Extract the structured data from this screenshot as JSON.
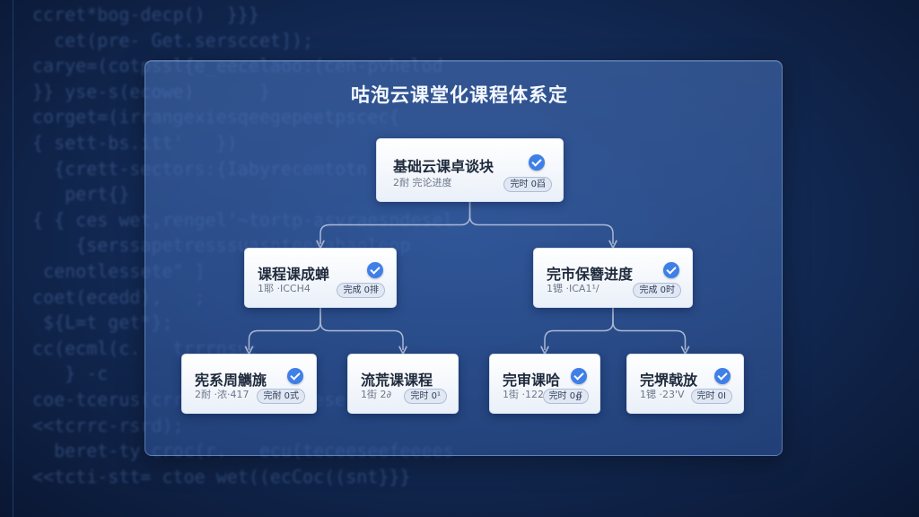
{
  "background": {
    "code_lines": [
      "ccret*bog-decp()  }}}",
      "  cet(pre- Get.sersccet]);",
      "carye=(cotpssl{e_eecelaoo:(cen-pvhelod",
      "}} yse-s(ecowe)      }",
      "corget=(irrangexiesqeegepeetpscec{",
      "{ sett-bs.itt'   })",
      "  {crett-sectors:{Iabyrecemtotn",
      "   pert{}",
      "{ { ces wet,rengel'~tortp-asvraesndesel",
      "    {serssapetresssuasnteesabanleop",
      " cenotlessete\" ]",
      "coet(ecedd),   ;",
      " ${L=t get*};",
      "",
      "cc(ecml(c.   trrrnsu;",
      "   } -c",
      "",
      "coe-tcerus(crrceseroeesnnoeseshe",
      "<<tcrrc-rsrd);",
      "  beret-ty croc(r.   ecu(teceeseefeeees",
      "<<tcti-stt= ctoe wet((ecCoc((snt}}}"
    ],
    "colors": {
      "background": "#0b1a36",
      "panel": "#3f65ad",
      "accent": "#3f7fe8",
      "edge": "#aab8d4"
    }
  },
  "diagram": {
    "title": "咕泡云课堂化课程体系定",
    "nodes": [
      {
        "id": "root",
        "title": "基础云课卓谈块",
        "sub": "2耐 完论进度",
        "badge": "完时 0舀",
        "done": true
      },
      {
        "id": "left",
        "title": "课程课成蝉",
        "sub": "1耶 ·ICCH4",
        "badge": "完成 0排",
        "done": true
      },
      {
        "id": "right",
        "title": "完市保簪进度",
        "sub": "1锶 ·ICA1¹/",
        "badge": "完成 0时",
        "done": true
      },
      {
        "id": "ll",
        "title": "宪系周觽旐",
        "sub": "2耐 ·浓·417",
        "badge": "完耐 0式",
        "done": true
      },
      {
        "id": "lr",
        "title": "流荒课课程",
        "sub": "1街 2∂",
        "badge": "完时 0¹",
        "done": false
      },
      {
        "id": "rl",
        "title": "完审课哈",
        "sub": "1街 ·122 V",
        "badge": "完时 0∯",
        "done": true
      },
      {
        "id": "rr",
        "title": "完堺戟放",
        "sub": "1锶 ·23'V",
        "badge": "完时 0Ⅰ",
        "done": true
      }
    ],
    "edges": [
      {
        "from": "root",
        "to": "left"
      },
      {
        "from": "root",
        "to": "right"
      },
      {
        "from": "left",
        "to": "ll"
      },
      {
        "from": "left",
        "to": "lr"
      },
      {
        "from": "right",
        "to": "rl"
      },
      {
        "from": "right",
        "to": "rr"
      }
    ]
  }
}
